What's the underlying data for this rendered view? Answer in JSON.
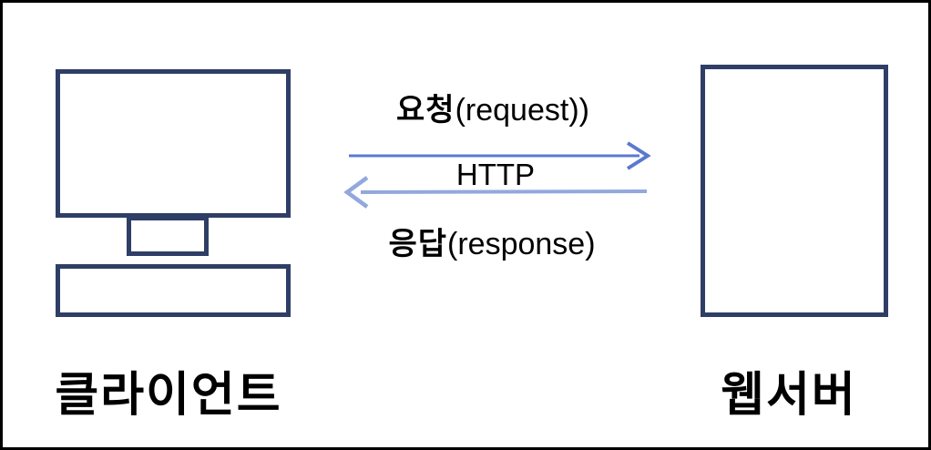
{
  "diagram": {
    "description": "Client to web server HTTP request/response diagram"
  },
  "nodes": {
    "client": {
      "label": "클라이언트"
    },
    "server": {
      "label": "웹서버"
    }
  },
  "arrows": {
    "request": {
      "ko": "요청",
      "en": "(request))",
      "direction": "right"
    },
    "protocol": "HTTP",
    "response": {
      "ko": "응답",
      "en": "(response)",
      "direction": "left"
    }
  },
  "colors": {
    "outline": "#2f3e66",
    "frame": "#000000",
    "request_arrow": "#5b78d1",
    "response_arrow": "#92a8dd",
    "text": "#000000",
    "bg": "#ffffff"
  }
}
